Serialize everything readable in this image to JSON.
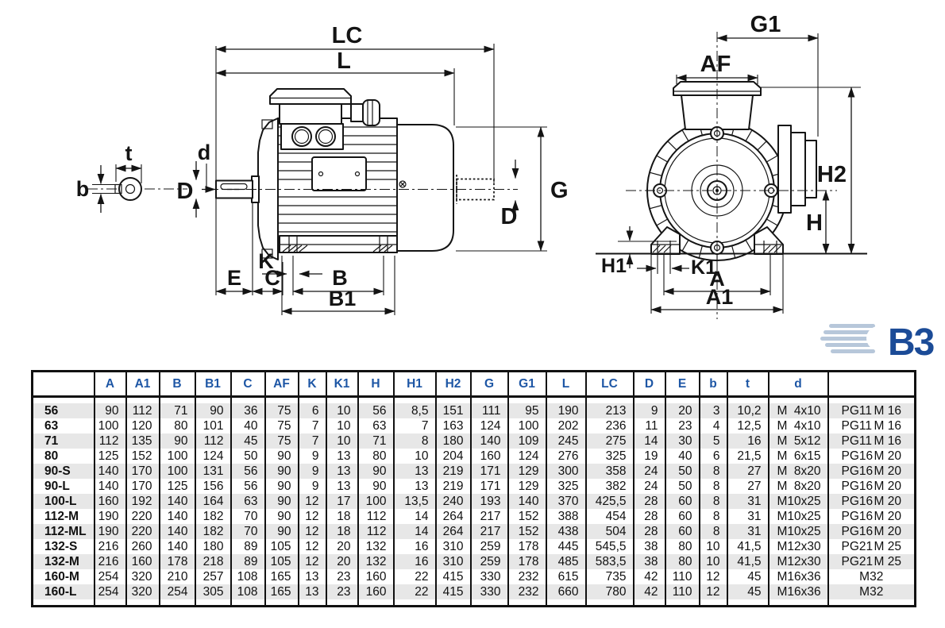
{
  "colors": {
    "accent_blue": "#1d56a5",
    "logo_blue": "#1b4b97",
    "logo_icon_blue": "#b7c7da",
    "row_stripe": "#e7e7e7",
    "line": "#141414"
  },
  "mounting": {
    "code": "B3"
  },
  "diagram": {
    "labels": {
      "t": "t",
      "b": "b",
      "d": "d",
      "D": "D",
      "LC": "LC",
      "L": "L",
      "G": "G",
      "K": "K",
      "E": "E",
      "C": "C",
      "B": "B",
      "B1": "B1",
      "G1": "G1",
      "AF": "AF",
      "H2": "H2",
      "H": "H",
      "H1": "H1",
      "K1": "K1",
      "A": "A",
      "A1": "A1"
    }
  },
  "table": {
    "columns": [
      "",
      "A",
      "A1",
      "B",
      "B1",
      "C",
      "AF",
      "K",
      "K1",
      "H",
      "H1",
      "H2",
      "G",
      "G1",
      "L",
      "LC",
      "D",
      "E",
      "b",
      "t",
      "d",
      ""
    ],
    "rows": [
      {
        "size": "56",
        "dims": [
          "90",
          "112",
          "71",
          "90",
          "36",
          "75",
          "6",
          "10",
          "56",
          "8,5",
          "151",
          "111",
          "95",
          "190",
          "213",
          "9",
          "20",
          "3",
          "10,2"
        ],
        "key": [
          "M",
          "4x10"
        ],
        "gland": [
          "PG11",
          "M 16"
        ]
      },
      {
        "size": "63",
        "dims": [
          "100",
          "120",
          "80",
          "101",
          "40",
          "75",
          "7",
          "10",
          "63",
          "7",
          "163",
          "124",
          "100",
          "202",
          "236",
          "11",
          "23",
          "4",
          "12,5"
        ],
        "key": [
          "M",
          "4x10"
        ],
        "gland": [
          "PG11",
          "M 16"
        ]
      },
      {
        "size": "71",
        "dims": [
          "112",
          "135",
          "90",
          "112",
          "45",
          "75",
          "7",
          "10",
          "71",
          "8",
          "180",
          "140",
          "109",
          "245",
          "275",
          "14",
          "30",
          "5",
          "16"
        ],
        "key": [
          "M",
          "5x12"
        ],
        "gland": [
          "PG11",
          "M 16"
        ]
      },
      {
        "size": "80",
        "dims": [
          "125",
          "152",
          "100",
          "124",
          "50",
          "90",
          "9",
          "13",
          "80",
          "10",
          "204",
          "160",
          "124",
          "276",
          "325",
          "19",
          "40",
          "6",
          "21,5"
        ],
        "key": [
          "M",
          "6x15"
        ],
        "gland": [
          "PG16",
          "M 20"
        ]
      },
      {
        "size": "90-S",
        "dims": [
          "140",
          "170",
          "100",
          "131",
          "56",
          "90",
          "9",
          "13",
          "90",
          "13",
          "219",
          "171",
          "129",
          "300",
          "358",
          "24",
          "50",
          "8",
          "27"
        ],
        "key": [
          "M",
          "8x20"
        ],
        "gland": [
          "PG16",
          "M 20"
        ]
      },
      {
        "size": "90-L",
        "dims": [
          "140",
          "170",
          "125",
          "156",
          "56",
          "90",
          "9",
          "13",
          "90",
          "13",
          "219",
          "171",
          "129",
          "325",
          "382",
          "24",
          "50",
          "8",
          "27"
        ],
        "key": [
          "M",
          "8x20"
        ],
        "gland": [
          "PG16",
          "M 20"
        ]
      },
      {
        "size": "100-L",
        "dims": [
          "160",
          "192",
          "140",
          "164",
          "63",
          "90",
          "12",
          "17",
          "100",
          "13,5",
          "240",
          "193",
          "140",
          "370",
          "425,5",
          "28",
          "60",
          "8",
          "31"
        ],
        "key": [
          "M",
          "10x25"
        ],
        "gland": [
          "PG16",
          "M 20"
        ]
      },
      {
        "size": "112-M",
        "dims": [
          "190",
          "220",
          "140",
          "182",
          "70",
          "90",
          "12",
          "18",
          "112",
          "14",
          "264",
          "217",
          "152",
          "388",
          "454",
          "28",
          "60",
          "8",
          "31"
        ],
        "key": [
          "M",
          "10x25"
        ],
        "gland": [
          "PG16",
          "M 20"
        ]
      },
      {
        "size": "112-ML",
        "dims": [
          "190",
          "220",
          "140",
          "182",
          "70",
          "90",
          "12",
          "18",
          "112",
          "14",
          "264",
          "217",
          "152",
          "438",
          "504",
          "28",
          "60",
          "8",
          "31"
        ],
        "key": [
          "M",
          "10x25"
        ],
        "gland": [
          "PG16",
          "M 20"
        ]
      },
      {
        "size": "132-S",
        "dims": [
          "216",
          "260",
          "140",
          "180",
          "89",
          "105",
          "12",
          "20",
          "132",
          "16",
          "310",
          "259",
          "178",
          "445",
          "545,5",
          "38",
          "80",
          "10",
          "41,5"
        ],
        "key": [
          "M",
          "12x30"
        ],
        "gland": [
          "PG21",
          "M 25"
        ]
      },
      {
        "size": "132-M",
        "dims": [
          "216",
          "160",
          "178",
          "218",
          "89",
          "105",
          "12",
          "20",
          "132",
          "16",
          "310",
          "259",
          "178",
          "485",
          "583,5",
          "38",
          "80",
          "10",
          "41,5"
        ],
        "key": [
          "M",
          "12x30"
        ],
        "gland": [
          "PG21",
          "M 25"
        ]
      },
      {
        "size": "160-M",
        "dims": [
          "254",
          "320",
          "210",
          "257",
          "108",
          "165",
          "13",
          "23",
          "160",
          "22",
          "415",
          "330",
          "232",
          "615",
          "735",
          "42",
          "110",
          "12",
          "45"
        ],
        "key": [
          "M",
          "16x36"
        ],
        "gland": [
          "M32"
        ]
      },
      {
        "size": "160-L",
        "dims": [
          "254",
          "320",
          "254",
          "305",
          "108",
          "165",
          "13",
          "23",
          "160",
          "22",
          "415",
          "330",
          "232",
          "660",
          "780",
          "42",
          "110",
          "12",
          "45"
        ],
        "key": [
          "M",
          "16x36"
        ],
        "gland": [
          "M32"
        ]
      }
    ]
  }
}
